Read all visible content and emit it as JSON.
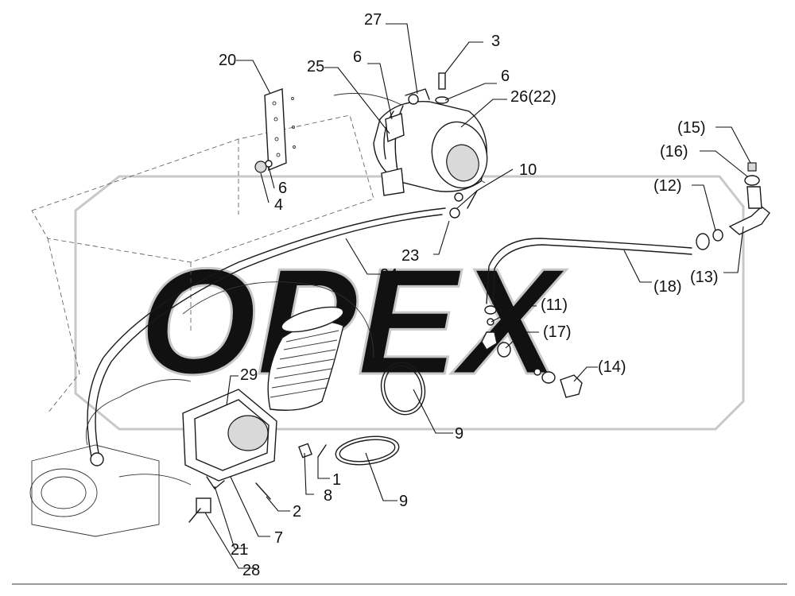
{
  "watermark": "OPEX",
  "corner_mark": "",
  "labels": {
    "p27": "27",
    "p3": "3",
    "p6a": "6",
    "p6b": "6",
    "p25": "25",
    "p2622": "26(22)",
    "p20": "20",
    "p6c": "6",
    "p4": "4",
    "p10": "10",
    "p15": "(15)",
    "p16": "(16)",
    "p12": "(12)",
    "p13": "(13)",
    "p18": "(18)",
    "p24": "24",
    "p23": "23",
    "p11": "(11)",
    "p17": "(17)",
    "p14": "(14)",
    "p29": "29",
    "p9a": "9",
    "p9b": "9",
    "p1": "1",
    "p8": "8",
    "p2": "2",
    "p7": "7",
    "p21": "21",
    "p28": "28"
  }
}
